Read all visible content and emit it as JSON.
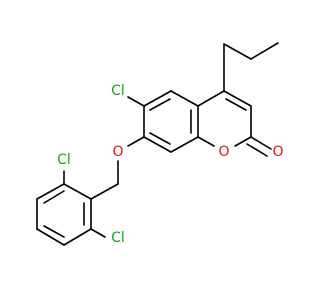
{
  "molecule": {
    "atom_labels": {
      "cl_top": "Cl",
      "cl_left": "Cl",
      "cl_bottom": "Cl",
      "o_ether": "O",
      "o_ring": "O",
      "o_carbonyl": "O"
    },
    "colors": {
      "bond": "#000000",
      "chlorine": "#1f9f1f",
      "oxygen": "#e8141a",
      "background": "#ffffff"
    }
  }
}
